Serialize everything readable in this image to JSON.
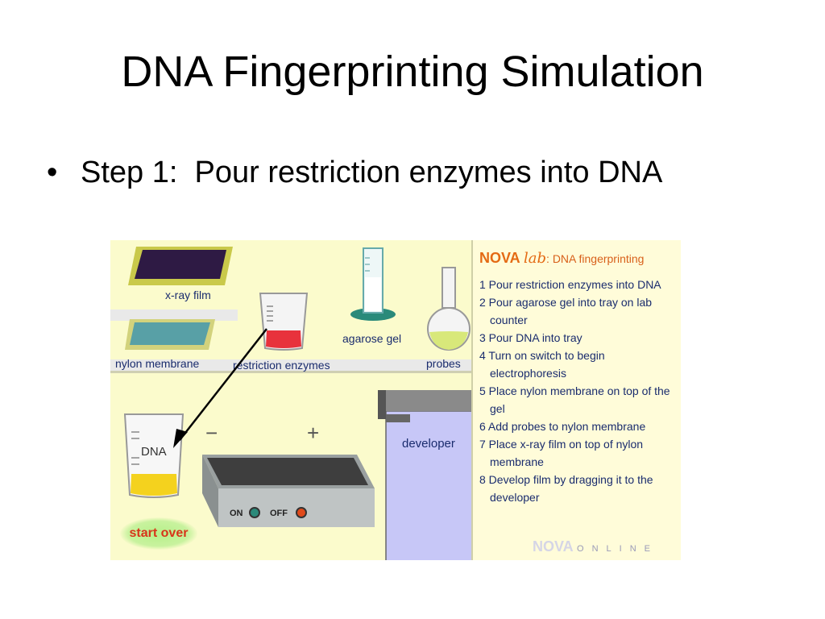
{
  "slide": {
    "title": "DNA Fingerprinting Simulation",
    "bullet": "Step 1:  Pour restriction enzymes into DNA"
  },
  "sim": {
    "labels": {
      "xray_film": "x-ray film",
      "nylon_membrane": "nylon membrane",
      "restriction_enzymes": "restriction enzymes",
      "agarose_gel": "agarose gel",
      "probes": "probes",
      "developer": "developer",
      "dna": "DNA",
      "minus": "−",
      "plus": "+",
      "on": "ON",
      "off": "OFF",
      "start_over": "start over"
    },
    "panel": {
      "brand": "NOVA",
      "lab": "lab",
      "subtitle": ": DNA fingerprinting",
      "steps": [
        "1 Pour restriction enzymes into DNA",
        "2 Pour agarose gel into tray on lab counter",
        "3 Pour DNA into tray",
        "4 Turn on switch to begin electrophoresis",
        "5 Place nylon membrane on top of the gel",
        "6 Add probes to nylon membrane",
        "7 Place x-ray film on top of nylon membrane",
        "8 Develop film by dragging it to the developer"
      ],
      "footer_brand": "NOVA",
      "footer_online": "ONLINE"
    },
    "colors": {
      "background": "#fbfbcc",
      "label_text": "#1a2c6e",
      "accent_orange": "#e46a14",
      "enzyme_liquid": "#e8323c",
      "dna_liquid": "#f4d21e",
      "agarose": "#ffffff",
      "probe_liquid": "#d8e87a",
      "on_button": "#2a8a7a",
      "off_button": "#e04a1a"
    }
  }
}
